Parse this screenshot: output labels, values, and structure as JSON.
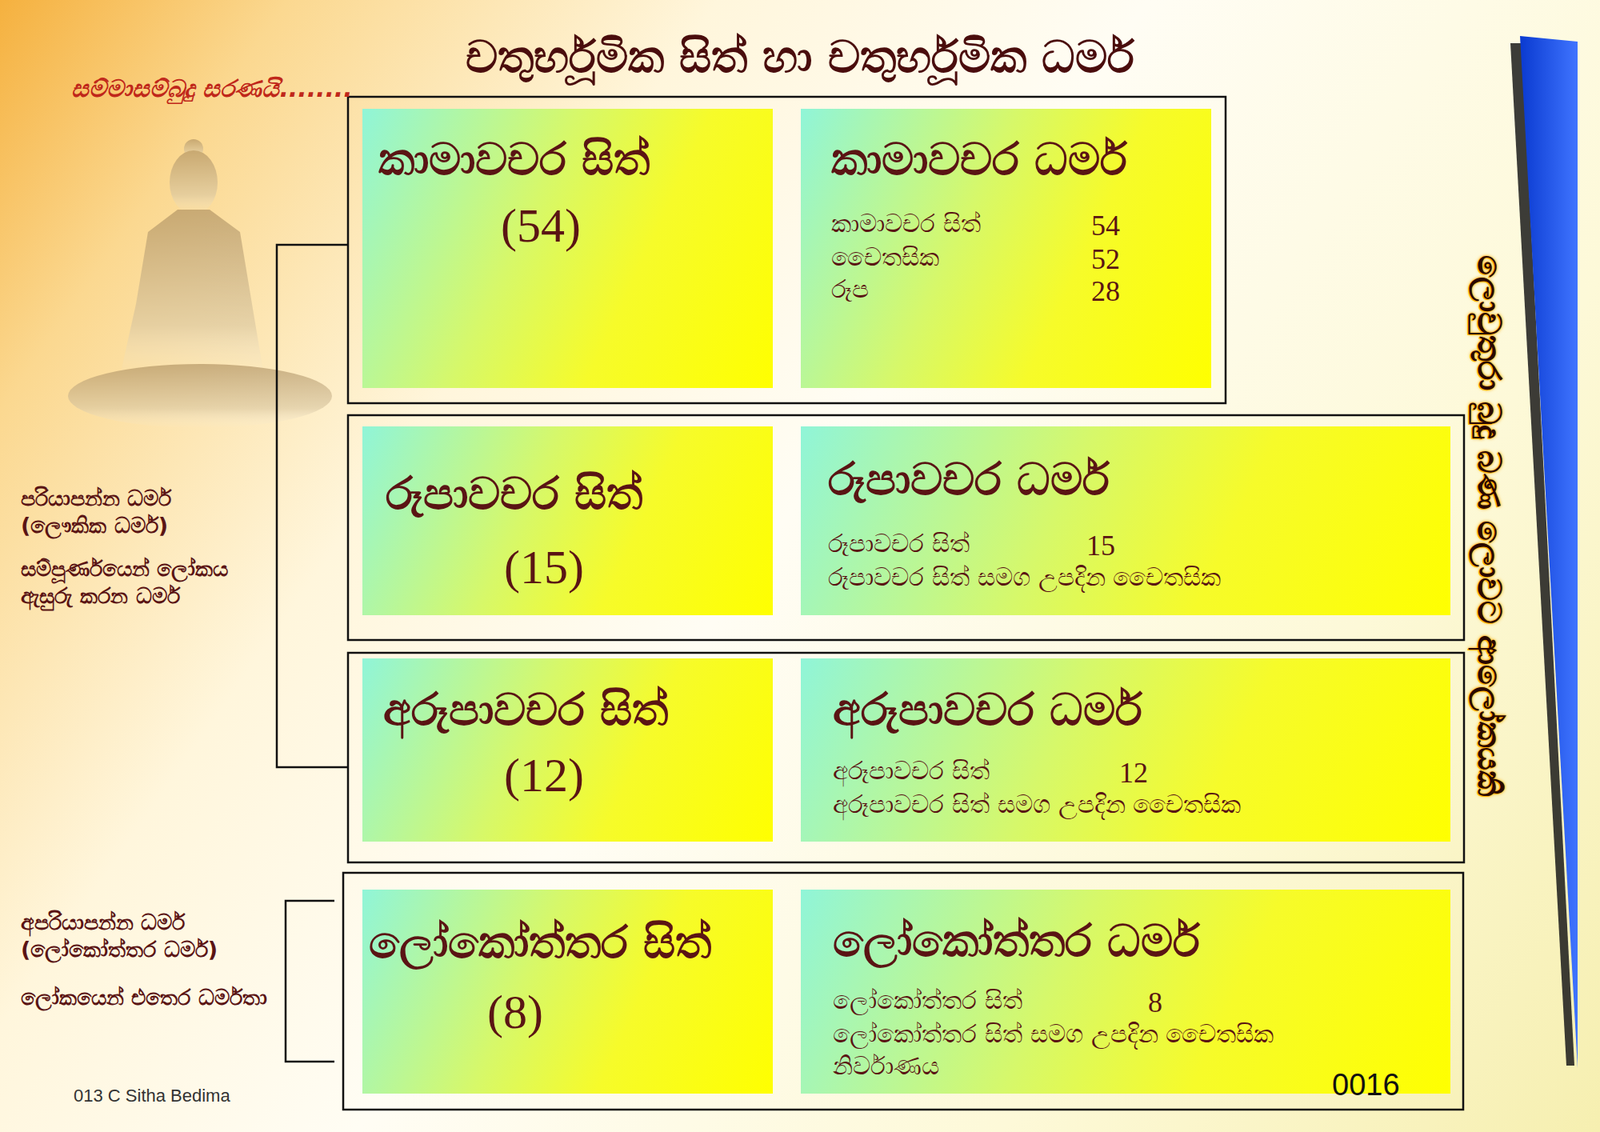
{
  "diagram": {
    "title": "චතුර්භූමික සිත් හා චතුර්භූමික ධර්ම",
    "nodes": [
      {
        "text": [
          "කාමාවචර සිත්",
          "(54)"
        ]
      },
      {
        "text": [
          "කාමාවචර ධර්ම",
          "කාමාවචර සිත්",
          "54",
          "චෛතසික",
          "52",
          "රූප",
          "28"
        ]
      },
      {
        "text": [
          "රූපාවචර සිත්",
          "(15)"
        ]
      },
      {
        "text": [
          "රූපාවචර ධර්ම",
          "රූපාවචර සිත්",
          "15",
          "රූපාවචර සිත් සමග උපදින චෛතසික"
        ]
      },
      {
        "text": [
          "අරූපාවචර සිත්",
          "(12)"
        ]
      },
      {
        "text": [
          "අරූපාවචර ධර්ම",
          "අරූපාවචර සිත්",
          "12",
          "අරූපාවචර සිත් සමග උපදින චෛතසික"
        ]
      },
      {
        "text": [
          "ලෝකෝත්තර සිත්",
          "(8)"
        ]
      },
      {
        "text": [
          "ලෝකෝත්තර ධර්ම",
          "ලෝකෝත්තර සිත්",
          "8",
          "ලෝකෝත්තර සිත් සමග උපදින චෛතසික",
          "නිර්වාණය"
        ]
      }
    ],
    "labels": [
      "සම්මාසම්බුදු සරණයි........",
      "පරියාපන්න ධර්ම (ලෞකික ධර්ම)",
      "සම්පූර්ණයෙන් ලෝකය ඇසුරු කරන ධර්ම",
      "අපරියාපන්න ධර්ම (ලෝකෝත්තර ධර්ම)",
      "ලෝකයෙන් එතෙර ධර්මතා",
      "ලොවුතුරා බුදු බණ ලොවට ආලෝකයකි",
      "013 C Sitha Bedima",
      "0016"
    ]
  }
}
